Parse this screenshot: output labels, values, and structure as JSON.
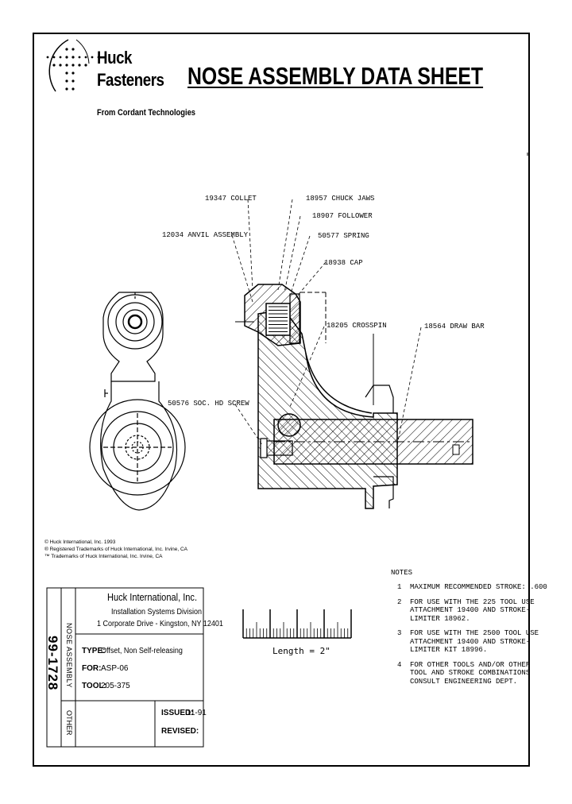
{
  "logo": {
    "line1": "Huck",
    "line2": "Fasteners",
    "tagline": "From Cordant Technologies"
  },
  "title": "NOSE ASSEMBLY DATA SHEET",
  "callouts": {
    "collet": "19347 COLLET",
    "chuck_jaws": "18957 CHUCK JAWS",
    "follower": "18907 FOLLOWER",
    "spring": "50577 SPRING",
    "cap": "18938 CAP",
    "anvil_assembly": "12034 ANVIL ASSEMBLY",
    "crosspin": "18205 CROSSPIN",
    "draw_bar": "18564 DRAW BAR",
    "screw": "50576 SOC. HD SCREW"
  },
  "trademarks": [
    "© Huck International, Inc. 1993",
    "® Registered Trademarks of Huck International, Inc. Irvine, CA",
    "™ Trademarks of Huck International, Inc. Irvine, CA"
  ],
  "notes": {
    "heading": "NOTES",
    "items": [
      {
        "num": "1",
        "lines": [
          "MAXIMUM RECOMMENDED STROKE: .600"
        ]
      },
      {
        "num": "2",
        "lines": [
          "FOR USE WITH THE 225 TOOL USE",
          "ATTACHMENT 19400 AND STROKE-",
          "LIMITER 18962."
        ]
      },
      {
        "num": "3",
        "lines": [
          "FOR USE WITH THE 2500 TOOL USE",
          "ATTACHMENT 19400 AND STROKE-",
          "LIMITER KIT 18996."
        ]
      },
      {
        "num": "4",
        "lines": [
          "FOR OTHER TOOLS AND/OR OTHER",
          "TOOL AND STROKE COMBINATIONS",
          "CONSULT ENGINEERING DEPT."
        ]
      }
    ]
  },
  "scale": {
    "label": "Length = 2\""
  },
  "title_block": {
    "company": "Huck International, Inc.",
    "division": "Installation Systems Division",
    "address": "1 Corporate Drive - Kingston, NY  12401",
    "side_number": "99-1728",
    "side_category": "NOSE ASSEMBLY",
    "side_other": "OTHER",
    "type_label": "TYPE:",
    "type_value": "Offset, Non Self-releasing",
    "for_label": "FOR:",
    "for_value": "ASP-06",
    "tool_label": "TOOL:",
    "tool_value": "205-375",
    "issued_label": "ISSUED:",
    "issued_value": "11-91",
    "revised_label": "REVISED:",
    "revised_value": ""
  }
}
